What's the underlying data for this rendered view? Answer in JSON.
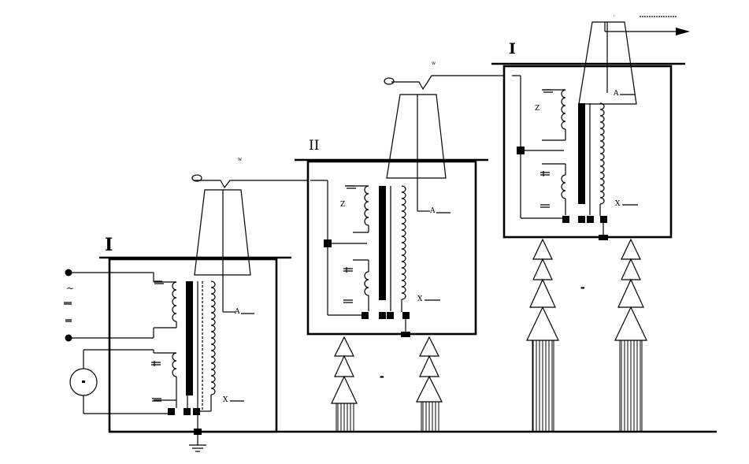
{
  "stages": [
    {
      "id": "stage-1",
      "label": "I"
    },
    {
      "id": "stage-2",
      "label": "II"
    },
    {
      "id": "stage-3",
      "label": "I"
    }
  ],
  "supply": {
    "symbol": "~"
  },
  "colors": {
    "line": "#000000",
    "background": "#ffffff"
  }
}
